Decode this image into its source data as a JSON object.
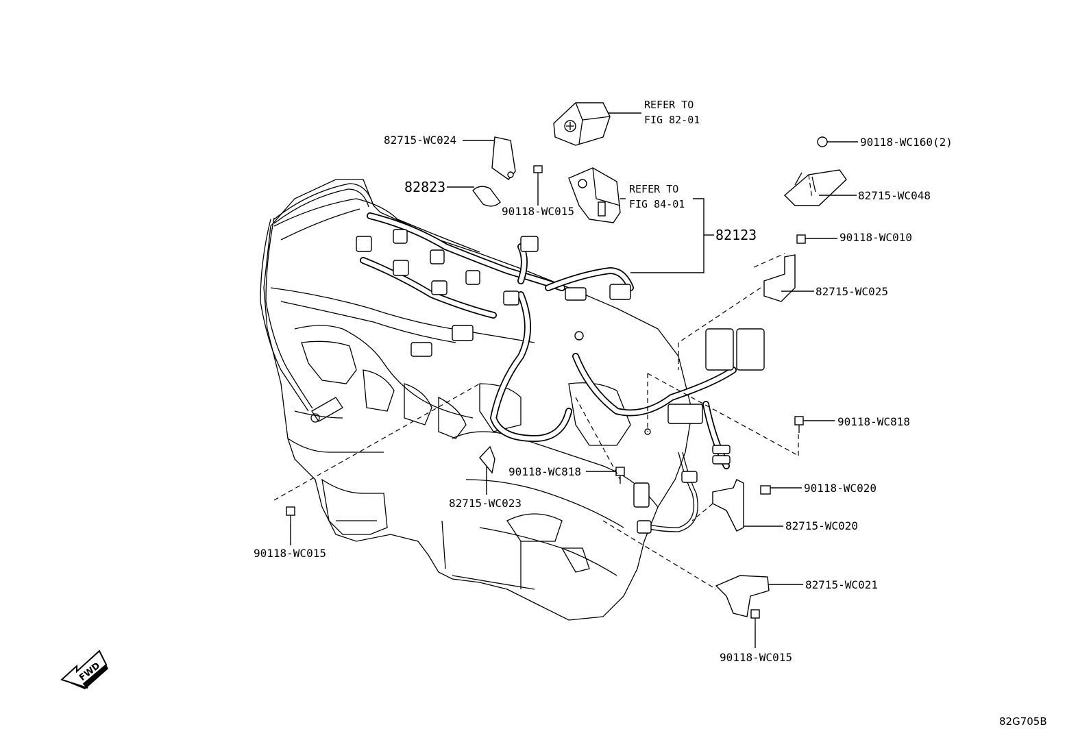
{
  "labels": {
    "refer_82_line1": "REFER TO",
    "refer_82_line2": "FIG 82-01",
    "refer_84_line1": "REFER TO",
    "refer_84_line2": "FIG 84-01",
    "bracket_wc024": "82715-WC024",
    "sleeve_82823": "82823",
    "bolt_wc015_top": "90118-WC015",
    "harness_82123": "82123",
    "nut_wc160": "90118-WC160(2)",
    "bracket_wc048": "82715-WC048",
    "bolt_wc010": "90118-WC010",
    "bracket_wc025": "82715-WC025",
    "bolt_wc818_right": "90118-WC818",
    "bolt_wc818_center": "90118-WC818",
    "bracket_wc023": "82715-WC023",
    "bolt_wc020": "90118-WC020",
    "bracket_wc020": "82715-WC020",
    "bolt_wc015_left": "90118-WC015",
    "bracket_wc021": "82715-WC021",
    "bolt_wc015_bottom": "90118-WC015",
    "fwd": "FWD",
    "figure_code": "82G705B"
  },
  "icons": {
    "fwd_arrow": "fwd-arrow-icon",
    "engine": "engine-assembly-illustration"
  }
}
